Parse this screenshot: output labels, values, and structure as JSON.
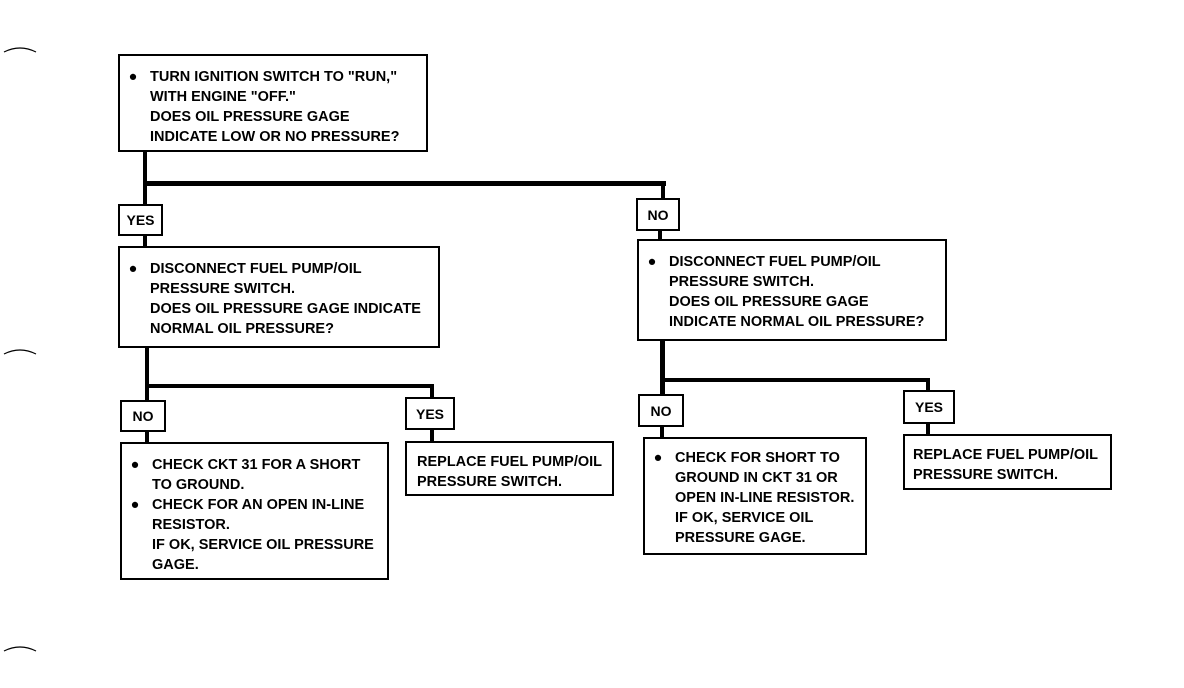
{
  "top": {
    "bullet": "●",
    "lines": [
      "TURN IGNITION SWITCH TO \"RUN,\"",
      "WITH ENGINE \"OFF.\"",
      "DOES OIL PRESSURE GAGE",
      "INDICATE LOW OR NO PRESSURE?"
    ]
  },
  "labels": {
    "yes_main": "YES",
    "no_main": "NO",
    "no_left": "NO",
    "yes_left": "YES",
    "no_right": "NO",
    "yes_right": "YES"
  },
  "left_mid": {
    "bullet": "●",
    "lines": [
      "DISCONNECT FUEL PUMP/OIL",
      "PRESSURE SWITCH.",
      "DOES OIL PRESSURE GAGE INDICATE",
      "NORMAL OIL PRESSURE?"
    ]
  },
  "right_mid": {
    "bullet": "●",
    "lines": [
      "DISCONNECT FUEL PUMP/OIL",
      "PRESSURE SWITCH.",
      "DOES OIL PRESSURE GAGE",
      "INDICATE NORMAL OIL PRESSURE?"
    ]
  },
  "left_no_result": {
    "bullet": "●",
    "lines": [
      "CHECK CKT 31 FOR A SHORT",
      "TO GROUND.",
      "CHECK FOR AN OPEN IN-LINE",
      "RESISTOR.",
      "IF OK, SERVICE OIL PRESSURE",
      "GAGE."
    ]
  },
  "left_yes_result": {
    "lines": [
      "REPLACE FUEL PUMP/OIL",
      "PRESSURE SWITCH."
    ]
  },
  "right_no_result": {
    "bullet": "●",
    "lines": [
      "CHECK FOR SHORT TO",
      "GROUND IN CKT 31 OR",
      "OPEN IN-LINE RESISTOR.",
      "IF OK, SERVICE OIL",
      "PRESSURE GAGE."
    ]
  },
  "right_yes_result": {
    "lines": [
      "REPLACE FUEL PUMP/OIL",
      "PRESSURE SWITCH."
    ]
  }
}
